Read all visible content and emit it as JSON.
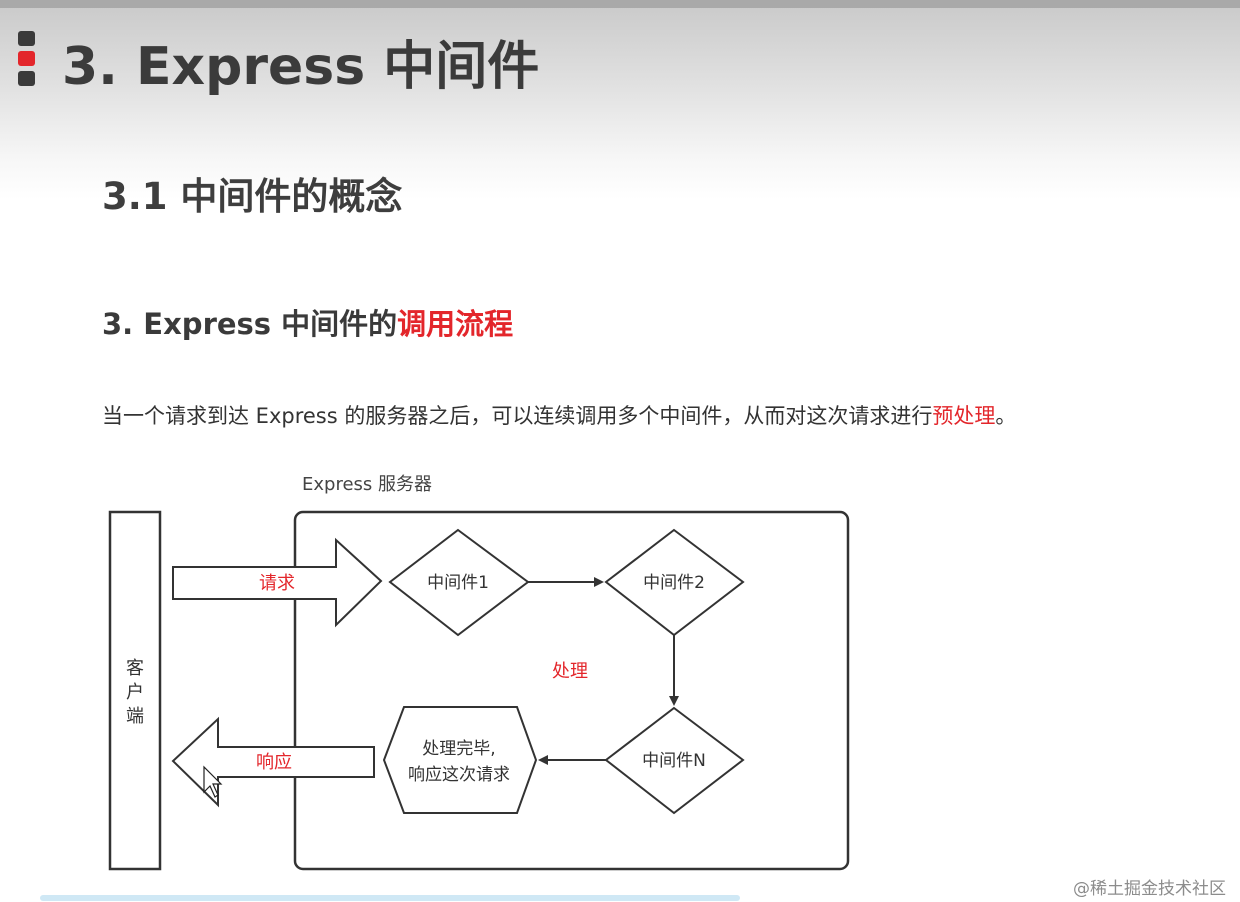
{
  "header": {
    "title": "3. Express 中间件"
  },
  "section": {
    "title": "3.1 中间件的概念"
  },
  "subsection": {
    "title_prefix": "3. Express 中间件的",
    "title_highlight": "调用流程"
  },
  "paragraph": {
    "text_before": "当一个请求到达 Express 的服务器之后，可以连续调用多个中间件，从而对这次请求进行",
    "text_highlight": "预处理",
    "text_after": "。"
  },
  "diagram": {
    "server_label": "Express 服务器",
    "client_label": [
      "客",
      "户",
      "端"
    ],
    "request_label": "请求",
    "response_label": "响应",
    "middleware_1": "中间件1",
    "middleware_2": "中间件2",
    "middleware_n": "中间件N",
    "process_label": "处理",
    "done_line1": "处理完毕,",
    "done_line2": "响应这次请求"
  },
  "footer": {
    "watermark": "@稀土掘金技术社区"
  },
  "colors": {
    "accent_red": "#e3262b",
    "bullet_dark": "#3a3a3a",
    "text_dark": "#333333"
  }
}
